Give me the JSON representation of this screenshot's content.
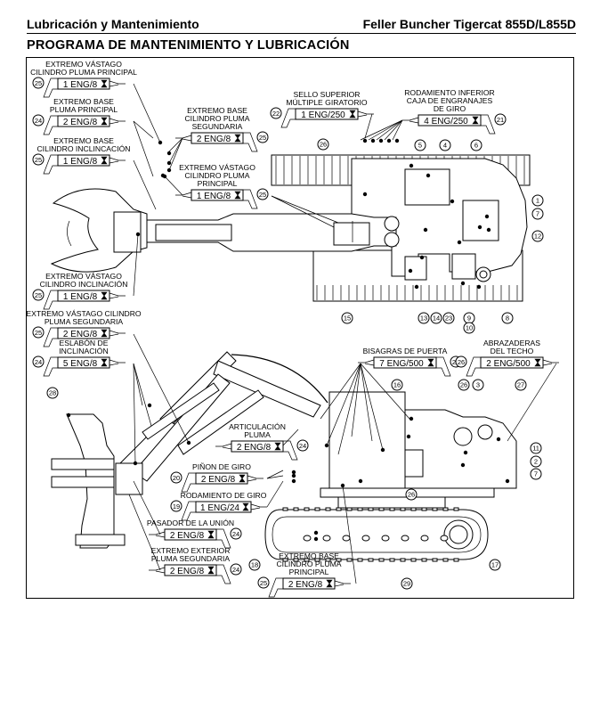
{
  "header": {
    "left": "Lubricación y Mantenimiento",
    "right": "Feller Buncher Tigercat 855D/L855D"
  },
  "page_title": "PROGRAMA DE MANTENIMIENTO Y LUBRICACIÓN",
  "grease_callouts": [
    {
      "id": "c1",
      "lines": [
        "EXTREMO VÁSTAGO",
        "CILINDRO PLUMA PRINCIPAL"
      ],
      "value": "1 ENG/8",
      "ref": "25"
    },
    {
      "id": "c2",
      "lines": [
        "EXTREMO BASE",
        "PLUMA PRINCIPAL"
      ],
      "value": "2 ENG/8",
      "ref": "24"
    },
    {
      "id": "c3",
      "lines": [
        "EXTREMO BASE",
        "CILINDRO INCLINCACIÓN"
      ],
      "value": "1 ENG/8",
      "ref": "25"
    },
    {
      "id": "c4",
      "lines": [
        "EXTREMO BASE",
        "CILINDRO PLUMA",
        "SEGUNDARIA"
      ],
      "value": "2 ENG/8",
      "ref": "25"
    },
    {
      "id": "c5",
      "lines": [
        "EXTREMO VÁSTAGO",
        "CILINDRO PLUMA",
        "PRINCIPAL"
      ],
      "value": "1 ENG/8",
      "ref": "25"
    },
    {
      "id": "c6",
      "lines": [
        "SELLO SUPERIOR",
        "MÚLTIPLE GIRATORIO"
      ],
      "value": "1 ENG/250",
      "ref": "22"
    },
    {
      "id": "c7",
      "lines": [
        "RODAMIENTO INFERIOR",
        "CAJA DE ENGRANAJES",
        "DE GIRO"
      ],
      "value": "4 ENG/250",
      "ref": "21"
    },
    {
      "id": "c8",
      "lines": [
        "EXTREMO VÁSTAGO",
        "CILINDRO INCLINACIÓN"
      ],
      "value": "1 ENG/8",
      "ref": "25"
    },
    {
      "id": "c9",
      "lines": [
        "EXTREMO VÁSTAGO CILINDRO",
        "PLUMA SEGUNDARIA"
      ],
      "value": "2 ENG/8",
      "ref": "25"
    },
    {
      "id": "c10",
      "lines": [
        "ESLABÓN DE",
        "INCLINACIÓN"
      ],
      "value": "5 ENG/8",
      "ref": "24"
    },
    {
      "id": "c11",
      "lines": [
        "BISAGRAS DE PUERTA"
      ],
      "value": "7 ENG/500",
      "ref": "26"
    },
    {
      "id": "c12",
      "lines": [
        "ABRAZADERAS",
        "DEL TECHO"
      ],
      "value": "2 ENG/500",
      "ref": "26"
    },
    {
      "id": "c13",
      "lines": [
        "ARTICULACIÓN",
        "PLUMA"
      ],
      "value": "2 ENG/8",
      "ref": "24"
    },
    {
      "id": "c14",
      "lines": [
        "PIÑON DE GIRO"
      ],
      "value": "2 ENG/8",
      "ref": "20"
    },
    {
      "id": "c15",
      "lines": [
        "RODAMIENTO DE GIRO"
      ],
      "value": "1 ENG/24",
      "ref": "19"
    },
    {
      "id": "c16",
      "lines": [
        "PASADOR DE LA UNIÓN"
      ],
      "value": "2 ENG/8",
      "ref": "24"
    },
    {
      "id": "c17",
      "lines": [
        "EXTREMO EXTERIOR",
        "PLUMA SEGUNDARIA"
      ],
      "value": "2 ENG/8",
      "ref": "24"
    },
    {
      "id": "c18",
      "lines": [
        "EXTREMO BASE",
        "CILINDRO PLUMA",
        "PRINCIPAL"
      ],
      "value": "2 ENG/8",
      "ref": "25"
    }
  ],
  "item_numbers": {
    "top_view": [
      "26",
      "5",
      "4",
      "6",
      "1",
      "7",
      "12",
      "8",
      "9",
      "10",
      "23",
      "14",
      "13",
      "15"
    ],
    "side_view": [
      "16",
      "26",
      "3",
      "27",
      "11",
      "2",
      "7",
      "17",
      "18",
      "29",
      "26",
      "28"
    ]
  },
  "icons": {
    "grease_gun": "grease-gun-icon",
    "hourglass": "hourglass-icon",
    "ref_circle": "reference-number-circle"
  }
}
